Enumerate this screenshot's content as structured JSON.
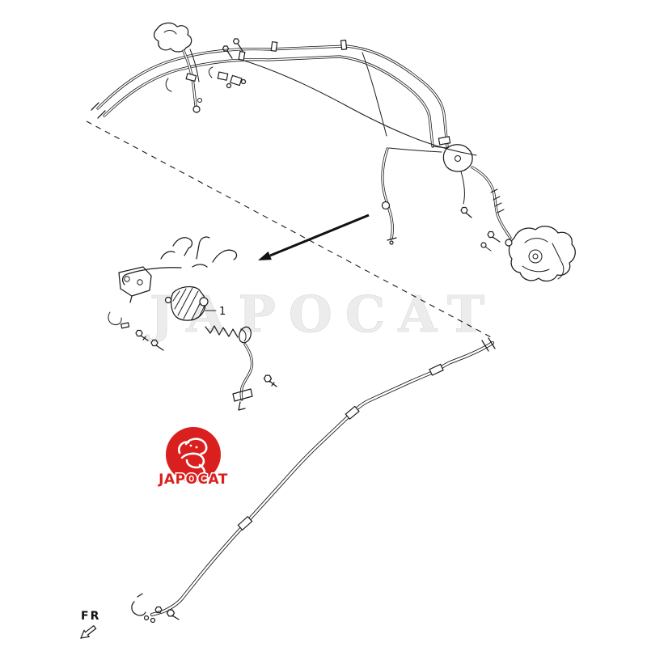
{
  "colors": {
    "background": "#ffffff",
    "line": "#1b1b1b",
    "watermark": "#ececec",
    "logo_red": "#d9201e"
  },
  "watermark": {
    "text": "JAPOCAT"
  },
  "logo": {
    "wordmark": "JAPOCAT"
  },
  "exploded_view": {
    "callout_1": "1"
  },
  "direction_indicator": {
    "label": "FR"
  }
}
